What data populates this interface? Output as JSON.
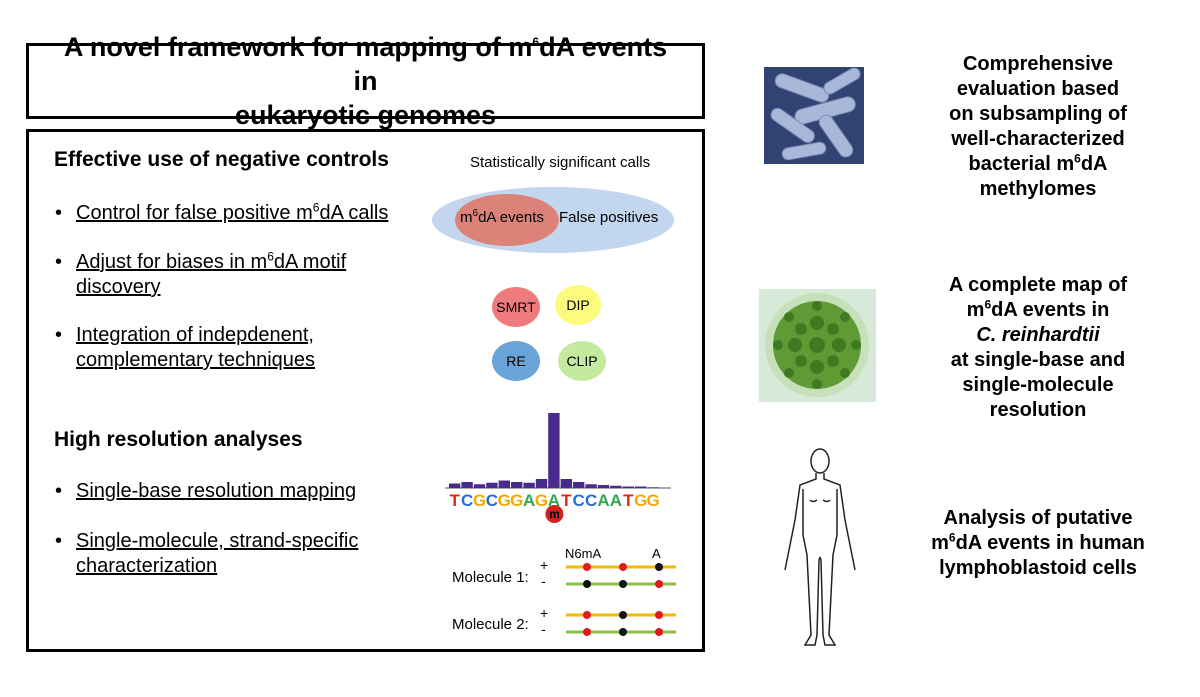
{
  "title": {
    "part1": "A novel framework for mapping of m",
    "sup": "6",
    "part2": "dA events in",
    "line2": "eukaryotic genomes"
  },
  "section1": {
    "heading": "Effective use of negative controls",
    "bullets": [
      {
        "a": "Control for false positive m",
        "sup": "6",
        "b": "dA calls"
      },
      {
        "a": "Adjust for biases in m",
        "sup": "6",
        "b": "dA motif",
        "line2": "discovery"
      },
      {
        "a": "Integration of indepdenent,",
        "line2": "complementary techniques"
      }
    ]
  },
  "section2": {
    "heading": "High resolution analyses",
    "bullets": [
      {
        "a": "Single-base resolution mapping"
      },
      {
        "a": "Single-molecule, strand-specific",
        "line2": "characterization"
      }
    ]
  },
  "venn": {
    "title": "Statistically significant calls",
    "inner_a": "m",
    "inner_sup": "6",
    "inner_b": "dA events",
    "outer": "False positives",
    "outer_color": "#c3d6ef",
    "inner_color": "#dc8379"
  },
  "techniques": [
    {
      "label": "SMRT",
      "color": "#ef7b7f"
    },
    {
      "label": "DIP",
      "color": "#fdfb7e"
    },
    {
      "label": "RE",
      "color": "#6aa3d8"
    },
    {
      "label": "CLIP",
      "color": "#c4ea9f"
    }
  ],
  "sequence": {
    "letters": [
      "T",
      "C",
      "G",
      "C",
      "G",
      "G",
      "A",
      "G",
      "A",
      "T",
      "C",
      "C",
      "A",
      "A",
      "T",
      "G",
      "G"
    ],
    "bar_values": [
      0.06,
      0.08,
      0.05,
      0.07,
      0.1,
      0.08,
      0.07,
      0.12,
      1.0,
      0.12,
      0.08,
      0.05,
      0.04,
      0.03,
      0.02,
      0.02,
      0.01
    ],
    "marker": "m"
  },
  "molecules": {
    "label_n6ma": "N6mA",
    "label_a": "A",
    "rows": [
      {
        "label": "Molecule 1:",
        "plus": "+",
        "minus": "-"
      },
      {
        "label": "Molecule 2:",
        "plus": "+",
        "minus": "-"
      }
    ]
  },
  "right": {
    "block1": {
      "lines": [
        "Comprehensive",
        "evaluation based",
        "on subsampling of",
        "well-characterized"
      ],
      "l5a": "bacterial m",
      "l5sup": "6",
      "l5b": "dA",
      "l6": "methylomes"
    },
    "block2": {
      "l1": "A complete map of",
      "l2a": "m",
      "l2sup": "6",
      "l2b": "dA events in",
      "l3": "C. reinhardtii",
      "l4": "at single-base and",
      "l5": "single-molecule",
      "l6": "resolution"
    },
    "block3": {
      "l1": "Analysis of putative",
      "l2a": "m",
      "l2sup": "6",
      "l2b": "dA events in human",
      "l3": "lymphoblastoid cells"
    }
  }
}
